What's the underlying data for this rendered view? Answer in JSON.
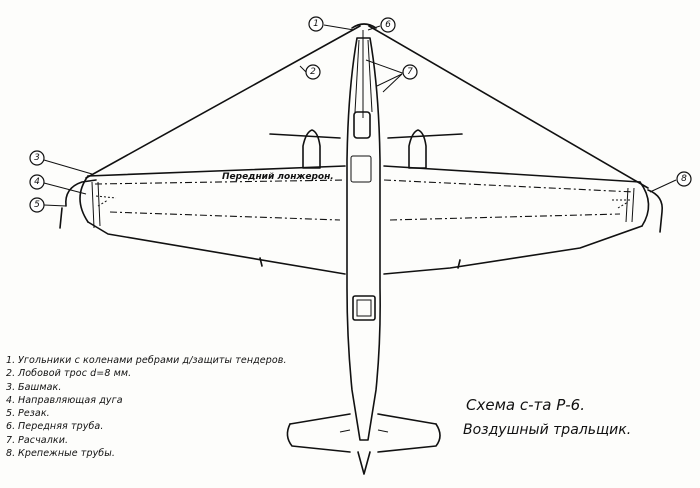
{
  "title_line1": "Схема с-та Р-6.",
  "title_line2": "Воздушный тральщик.",
  "wing_label": "Передний лонжерон.",
  "callouts": {
    "c1": "1",
    "c2": "2",
    "c3": "3",
    "c4": "4",
    "c5": "5",
    "c6": "6",
    "c7": "7",
    "c8": "8"
  },
  "legend": [
    {
      "num": "1.",
      "text": "Угольники с коленами ребрами д/защиты тендеров."
    },
    {
      "num": "2.",
      "text": "Лобовой трос d=8 мм."
    },
    {
      "num": "3.",
      "text": "Башмак."
    },
    {
      "num": "4.",
      "text": "Направляющая дуга"
    },
    {
      "num": "5.",
      "text": "Резак."
    },
    {
      "num": "6.",
      "text": "Передняя труба."
    },
    {
      "num": "7.",
      "text": "Расчалки."
    },
    {
      "num": "8.",
      "text": "Крепежные трубы."
    }
  ]
}
